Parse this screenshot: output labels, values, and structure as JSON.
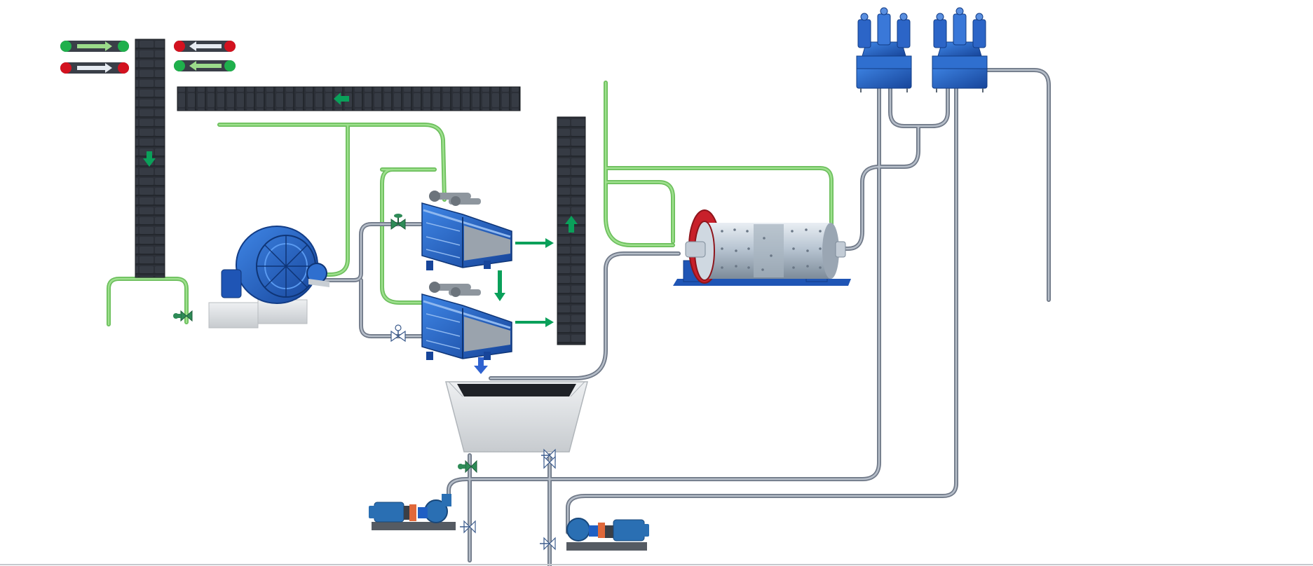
{
  "colors": {
    "water_pipe": "#8fd57e",
    "slurry_pipe": "#8c96a4",
    "conveyor_belt": "#2c3038",
    "equipment_blue": "#1f5fc4",
    "flow_arrow": "#0aa05a",
    "indicator_green": "#1fb04c",
    "indicator_red": "#d3121f",
    "mill_shell": "#b9c6d3",
    "mill_flange": "#c8202a",
    "pump_motor": "#2a6fb3",
    "pump_coupling": "#e0683a",
    "sump_concrete": "#d9dcdf"
  },
  "legend": {
    "items": [
      {
        "name": "conveyor-running-forward",
        "left_lamp": "green",
        "right_lamp": "green",
        "arrow": "right"
      },
      {
        "name": "conveyor-stopped-reverse",
        "left_lamp": "red",
        "right_lamp": "red",
        "arrow": "left"
      },
      {
        "name": "conveyor-running-reverse",
        "left_lamp": "green",
        "right_lamp": "green",
        "arrow": "left"
      },
      {
        "name": "conveyor-stopped-forward",
        "left_lamp": "red",
        "right_lamp": "red",
        "arrow": "right"
      }
    ]
  },
  "equipment": {
    "vertical_conveyor": {
      "flow": "down"
    },
    "horizontal_conveyor": {
      "flow": "left"
    },
    "return_conveyor": {
      "flow": "up"
    },
    "sag_mill": {
      "icon": "sag-mill"
    },
    "vibrating_screens": [
      {
        "name": "screen-1",
        "oversize_flow": "right"
      },
      {
        "name": "screen-2",
        "oversize_flow": "right"
      }
    ],
    "ball_mill": {
      "icon": "ball-mill"
    },
    "cyclone_clusters": [
      {
        "name": "cyclone-cluster-1"
      },
      {
        "name": "cyclone-cluster-2"
      }
    ],
    "sump": {
      "icon": "sump-tank"
    },
    "pumps": [
      {
        "name": "slurry-pump-1",
        "orientation": "left"
      },
      {
        "name": "slurry-pump-2",
        "orientation": "right"
      }
    ],
    "valves": [
      {
        "name": "water-valve-feed",
        "type": "butterfly",
        "color": "green"
      },
      {
        "name": "water-valve-screen",
        "type": "butterfly",
        "color": "green"
      },
      {
        "name": "slurry-valve-screen",
        "type": "gate",
        "color": "white"
      },
      {
        "name": "water-valve-sump",
        "type": "butterfly",
        "color": "green"
      },
      {
        "name": "slurry-valve-sump-1",
        "type": "gate",
        "color": "white"
      },
      {
        "name": "slurry-valve-sump-2",
        "type": "gate",
        "color": "white"
      },
      {
        "name": "slurry-valve-pump-1",
        "type": "gate",
        "color": "white"
      },
      {
        "name": "slurry-valve-pump-2",
        "type": "gate",
        "color": "white"
      }
    ]
  }
}
